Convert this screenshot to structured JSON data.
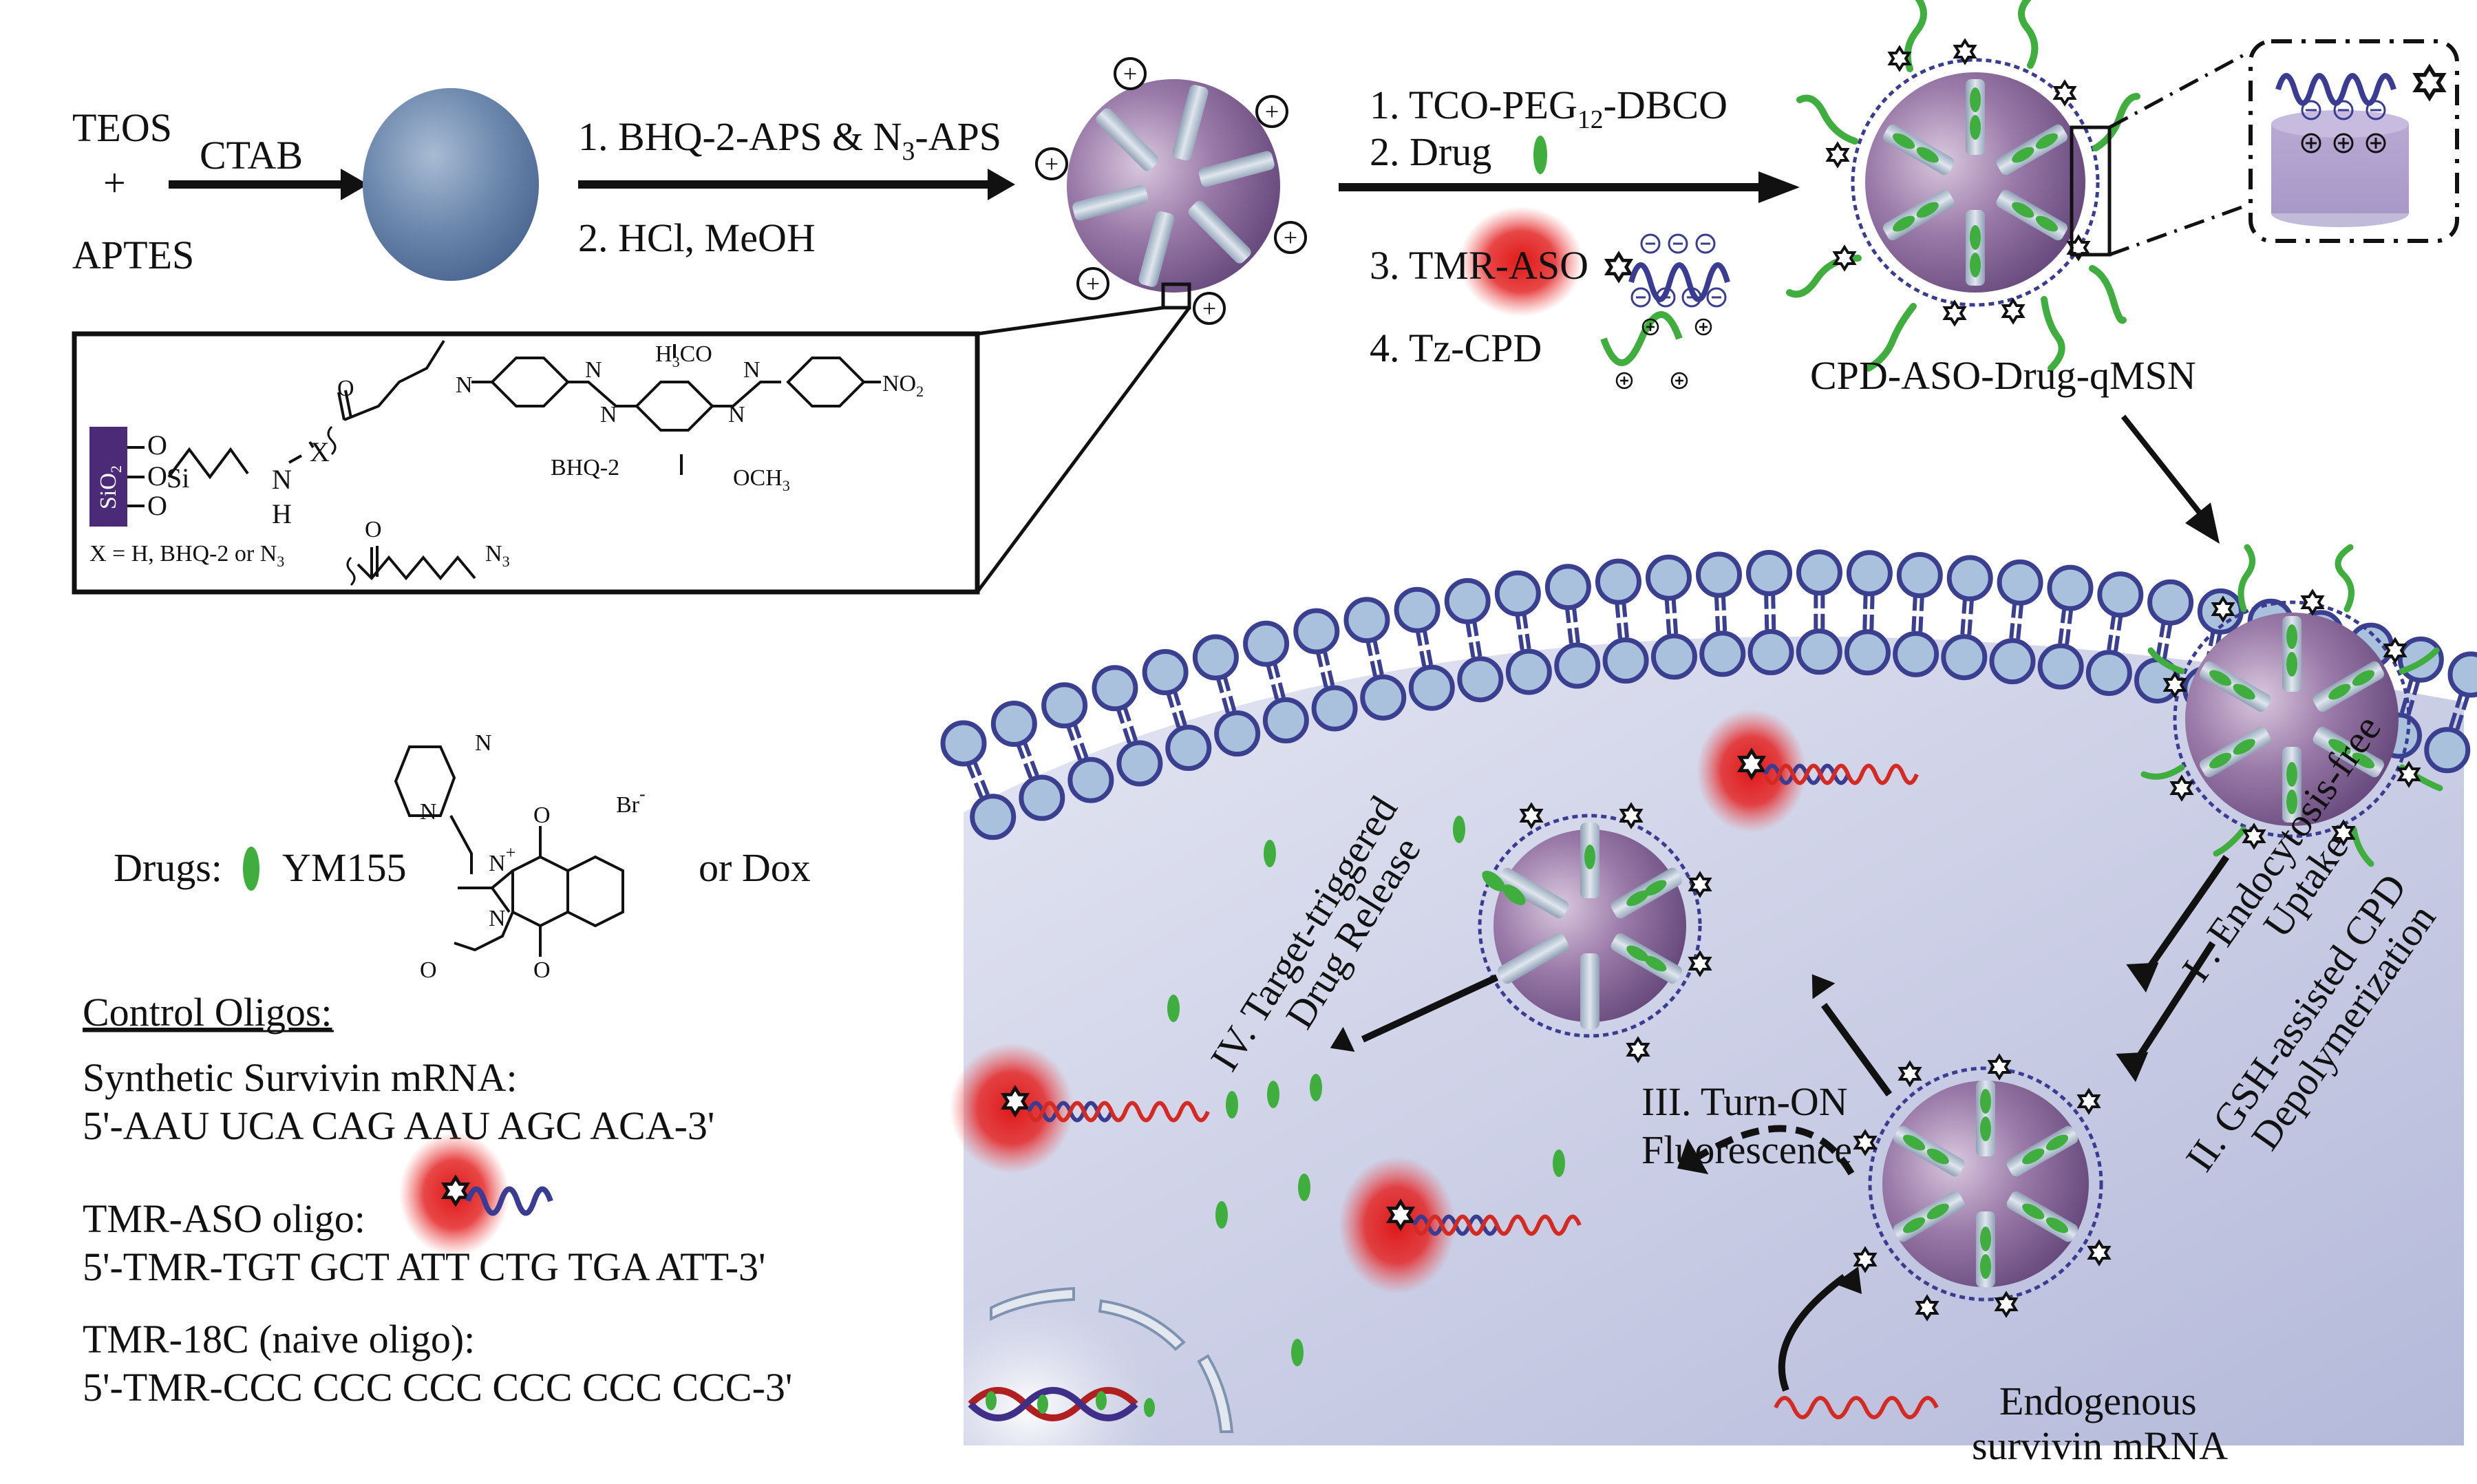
{
  "synthesis": {
    "reactant_1": "TEOS",
    "plus": "+",
    "reactant_2": "APTES",
    "step1_reagent": "CTAB",
    "step2_line1": "1. BHQ-2-APS & N",
    "step2_line1_sub": "3",
    "step2_line1_end": "-APS",
    "step2_line2": "2. HCl, MeOH",
    "charge_symbol": "+",
    "step3_line1": "1. TCO-PEG",
    "step3_line1_sub": "12",
    "step3_line1_end": "-DBCO",
    "step3_line2": "2. Drug",
    "step3_line3": "3. TMR-ASO",
    "step3_line4": "4. Tz-CPD",
    "negative_symbol": "−",
    "product_label": "CPD-ASO-Drug-qMSN"
  },
  "chemistry_inset": {
    "support": "SiO",
    "support_sub": "2",
    "o": "O",
    "si": "Si",
    "n": "N",
    "h": "H",
    "x": "X",
    "x_definition": "X = H, BHQ-2 or N",
    "x_definition_sub": "3",
    "bhq_label": "BHQ-2",
    "h3co": "H",
    "h3co_sub": "3",
    "h3co_end": "CO",
    "och3": "OCH",
    "och3_sub": "3",
    "no2": "NO",
    "no2_sub": "2",
    "n3": "N",
    "n3_sub": "3"
  },
  "drugs": {
    "label": "Drugs:",
    "drug_name": "YM155",
    "alternative": "or Dox",
    "counter_ion": "Br",
    "counter_ion_charge": "-",
    "cation_charge": "+",
    "atom_n": "N",
    "atom_o": "O"
  },
  "control_oligos": {
    "heading": "Control Oligos:",
    "items": [
      {
        "name": "Synthetic Survivin mRNA:",
        "sequence": "5'-AAU UCA CAG AAU AGC ACA-3'"
      },
      {
        "name": "TMR-ASO oligo:",
        "sequence": "5'-TMR-TGT GCT ATT CTG TGA ATT-3'"
      },
      {
        "name": "TMR-18C (naive oligo):",
        "sequence": "5'-TMR-CCC CCC CCC CCC CCC CCC-3'"
      }
    ]
  },
  "cell_process": {
    "step1_line1": "I . Endocytosis-free",
    "step1_line2": "Uptake",
    "step2_line1": "II. GSH-assisted CPD",
    "step2_line2": "Depolymerization",
    "step3_line1": "III. Turn-ON",
    "step3_line2": "Fluorescence",
    "step4_line1": "IV. Target-triggered",
    "step4_line2": "Drug Release",
    "mrna_line1": "Endogenous",
    "mrna_line2": "survivin mRNA"
  },
  "colors": {
    "particle_purple": "#7a5b8e",
    "pore_grey": "#b9c6d6",
    "silica_blue": "#5f7ea6",
    "drug_green": "#3fae3f",
    "aso_blue": "#3a3c92",
    "mrna_red": "#d42a24",
    "tmr_glow": "#e02020",
    "membrane_head": "#a9c1dd",
    "membrane_outline": "#3b3f8f",
    "cytoplasm": "#c9cde6",
    "sio2_box": "#4b2a78"
  }
}
